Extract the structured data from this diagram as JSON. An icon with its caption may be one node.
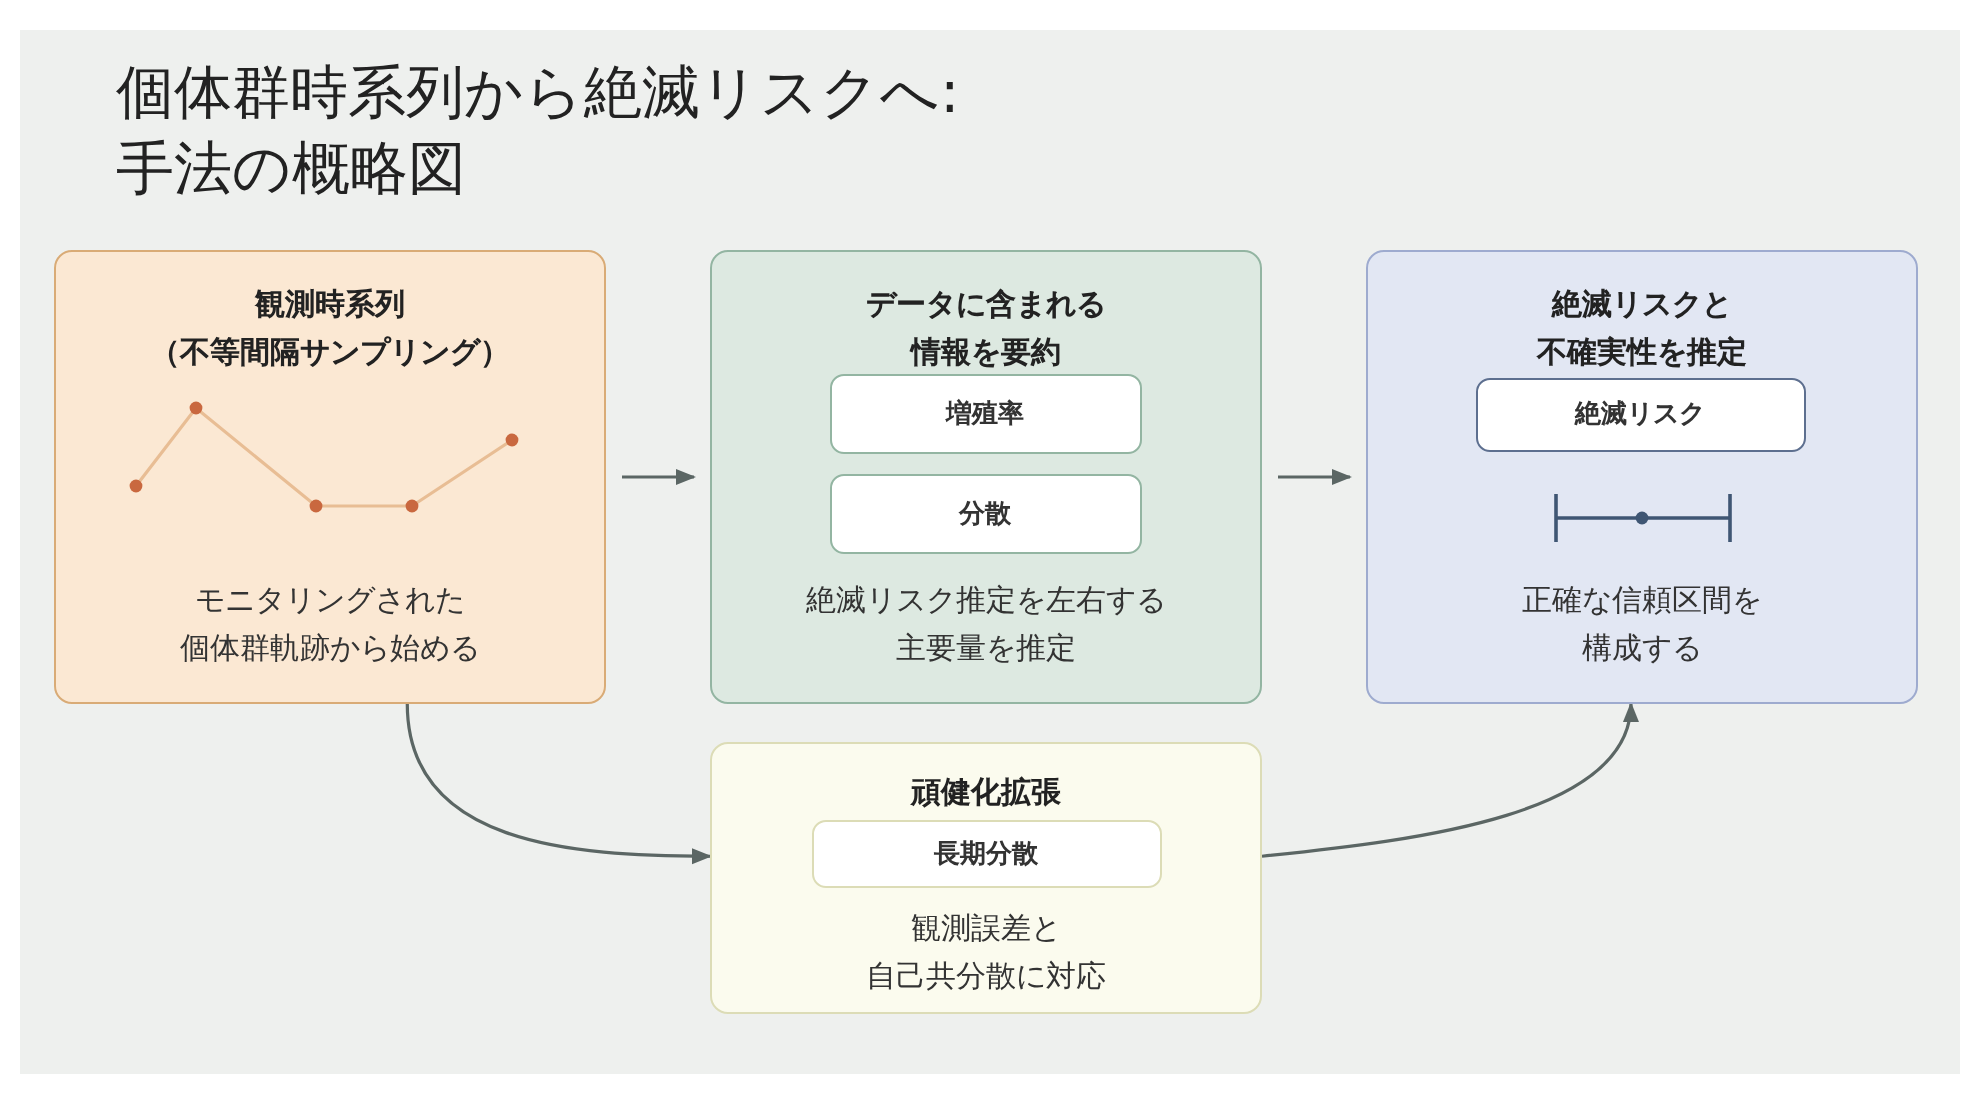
{
  "diagram": {
    "title": "個体群時系列から絶滅リスクへ:手法の概略図",
    "nodes": [
      {
        "text": [
          "観測時系列（不等間隔サンプリング）",
          "モニタリングされた個体群軌跡から始める"
        ]
      },
      {
        "text": [
          "データに含まれる情報を要約",
          "絶滅リスク推定を左右する主要量を推定"
        ]
      },
      {
        "text": [
          "増殖率"
        ],
        "in": 1
      },
      {
        "text": [
          "分散"
        ],
        "in": 1
      },
      {
        "text": [
          "絶滅リスクと不確実性を推定",
          "正確な信頼区間を構成する"
        ]
      },
      {
        "text": [
          "絶滅リスク"
        ],
        "in": 4
      },
      {
        "text": [
          "頑健化拡張",
          "観測誤差と自己共分散に対応"
        ]
      },
      {
        "text": [
          "長期分散"
        ],
        "in": 6
      }
    ],
    "edges": [
      {
        "from": 0,
        "to": 1,
        "arrow": "to"
      },
      {
        "from": 1,
        "to": 4,
        "arrow": "to"
      },
      {
        "from": 0,
        "to": 6,
        "arrow": "to"
      },
      {
        "from": 6,
        "to": 4,
        "arrow": "to"
      }
    ]
  }
}
